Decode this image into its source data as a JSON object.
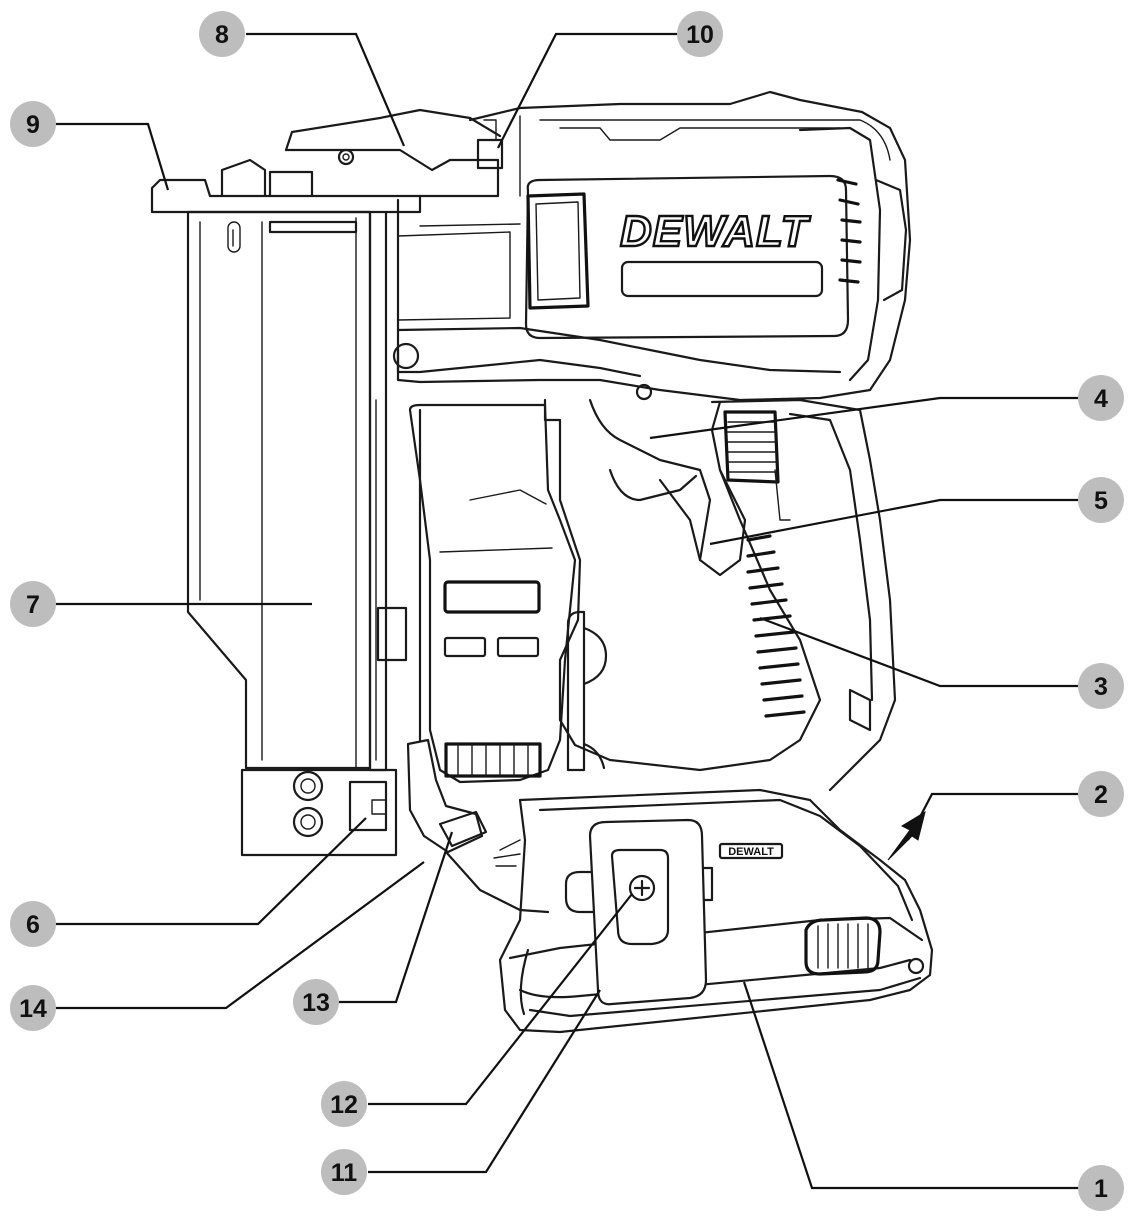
{
  "brand": {
    "main_logo": "DEWALT",
    "battery_logo": "DEWALT"
  },
  "callouts": [
    {
      "id": "1",
      "label": "1"
    },
    {
      "id": "2",
      "label": "2"
    },
    {
      "id": "3",
      "label": "3"
    },
    {
      "id": "4",
      "label": "4"
    },
    {
      "id": "5",
      "label": "5"
    },
    {
      "id": "6",
      "label": "6"
    },
    {
      "id": "7",
      "label": "7"
    },
    {
      "id": "8",
      "label": "8"
    },
    {
      "id": "9",
      "label": "9"
    },
    {
      "id": "10",
      "label": "10"
    },
    {
      "id": "11",
      "label": "11"
    },
    {
      "id": "12",
      "label": "12"
    },
    {
      "id": "13",
      "label": "13"
    },
    {
      "id": "14",
      "label": "14"
    }
  ],
  "colors": {
    "callout_fill": "#bdbdbd",
    "line": "#1a1a1a",
    "background": "#ffffff"
  }
}
